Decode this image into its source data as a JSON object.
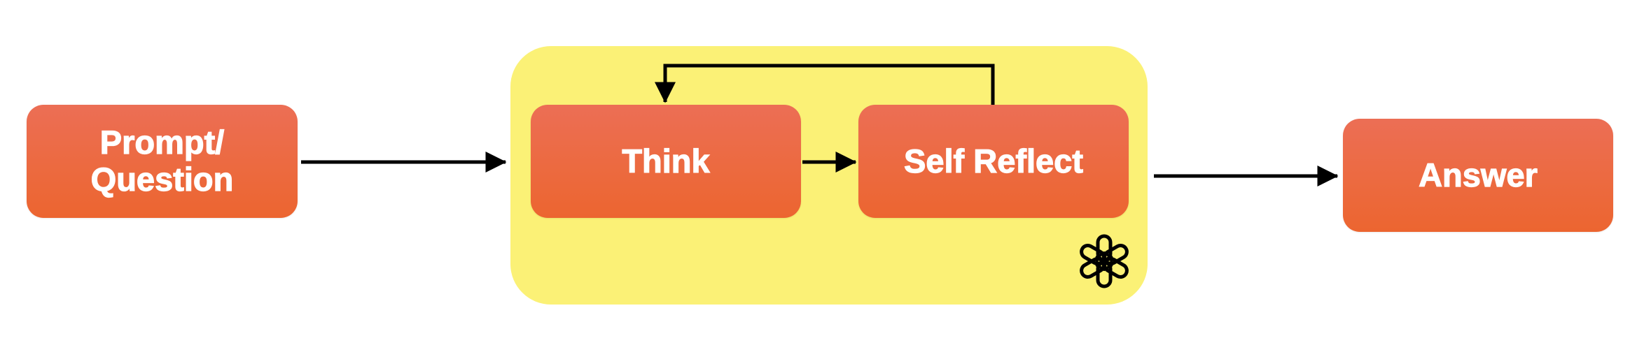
{
  "nodes": {
    "prompt": {
      "line1": "Prompt/",
      "line2": "Question"
    },
    "think": {
      "label": "Think"
    },
    "reflect": {
      "label": "Self Reflect"
    },
    "answer": {
      "label": "Answer"
    }
  },
  "colors": {
    "node_fill": "#ec6a40",
    "container_fill": "#fbf176",
    "arrow": "#000000",
    "text": "#ffffff"
  },
  "icons": {
    "container_badge": "openai-logo-icon"
  }
}
